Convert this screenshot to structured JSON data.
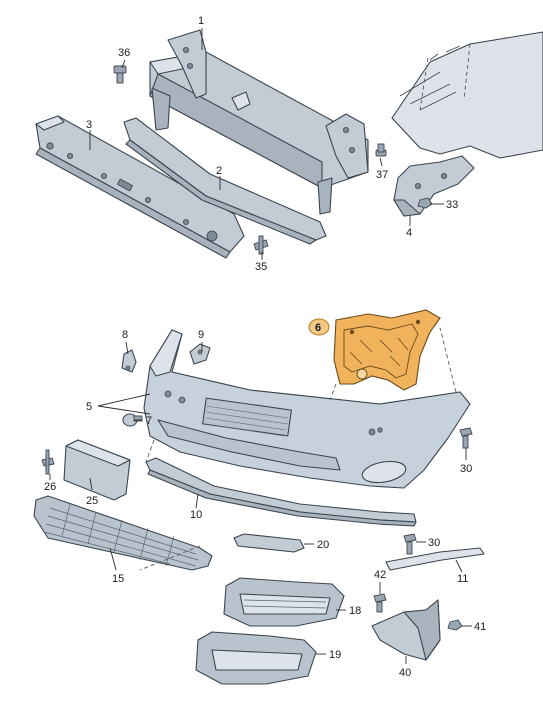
{
  "diagram": {
    "callouts": [
      "1",
      "2",
      "3",
      "4",
      "5",
      "6",
      "7",
      "8",
      "9",
      "10",
      "11",
      "15",
      "18",
      "19",
      "20",
      "25",
      "26",
      "30",
      "30",
      "33",
      "35",
      "36",
      "37",
      "40",
      "41",
      "42"
    ],
    "highlighted_part": "6",
    "colors": {
      "highlight": "#f0b35c",
      "part_fill": "#c3ccd5",
      "outline": "#3c4650"
    }
  }
}
